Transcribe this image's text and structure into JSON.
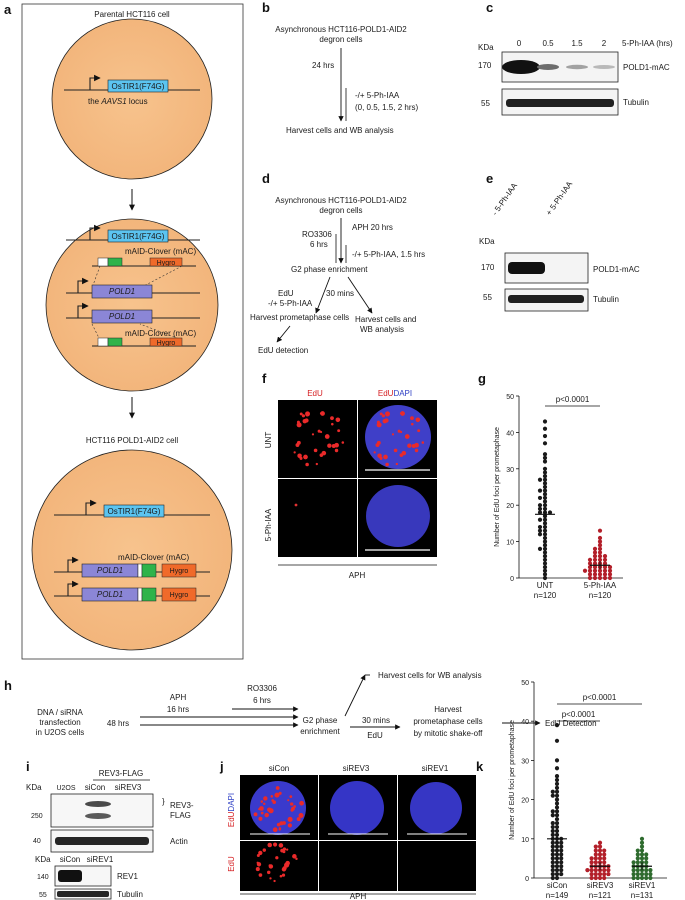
{
  "panels": {
    "a": {
      "label": "a",
      "top_title": "Parental HCT116 cell",
      "tir1": "OsTIR1(F74G)",
      "locus_prefix": "the ",
      "locus_gene": "AAVS1",
      "locus_suffix": " locus",
      "mac": "mAID-Clover (mAC)",
      "hygro": "Hygro",
      "pold1": "POLD1",
      "bottom_title": "HCT116 POLD1-AID2 cell"
    },
    "b": {
      "label": "b",
      "line1": "Asynchronous HCT116-POLD1-AID2",
      "line2": "degron cells",
      "time": "24 hrs",
      "treat1": "-/+ 5-Ph-IAA",
      "treat2": "(0, 0.5, 1.5, 2  hrs)",
      "harvest": "Harvest cells and WB analysis"
    },
    "c": {
      "label": "c",
      "kda": "KDa",
      "lanes": [
        "0",
        "0.5",
        "1.5",
        "2"
      ],
      "treatment": "5-Ph-IAA (hrs)",
      "mw1": "170",
      "mw2": "55",
      "band1": "POLD1-mAC",
      "band2": "Tubulin"
    },
    "d": {
      "label": "d",
      "line1": "Asynchronous HCT116-POLD1-AID2",
      "line2": "degron cells",
      "aph": "APH 20 hrs",
      "ro1": "RO3306",
      "ro2": "6 hrs",
      "treat": "-/+ 5-Ph-IAA, 1.5  hrs",
      "g2": "G2 phase enrichment",
      "edu": "EdU",
      "edu_treat": "-/+ 5-Ph-IAA",
      "mins": "30 mins",
      "harvest_pro": "Harvest prometaphase cells",
      "harvest_wb1": "Harvest cells and",
      "harvest_wb2": "WB analysis",
      "detect": "EdU detection"
    },
    "e": {
      "label": "e",
      "kda": "KDa",
      "lanes": [
        "- 5-Ph-IAA",
        "+ 5-Ph-IAA"
      ],
      "mw1": "170",
      "mw2": "55",
      "band1": "POLD1-mAC",
      "band2": "Tubulin"
    },
    "f": {
      "label": "f",
      "col1": "EdU",
      "col2a": "EdU",
      "col2b": "DAPI",
      "row1": "UNT",
      "row2": "5-Ph-IAA",
      "condition": "APH"
    },
    "g": {
      "label": "g",
      "pval": "p<0.0001",
      "n1": "n=120",
      "n2": "n=120"
    },
    "h": {
      "label": "h",
      "start1": "DNA / siRNA",
      "start2": "transfection",
      "start3": "in U2OS cells",
      "t48": "48 hrs",
      "aph1": "APH",
      "aph2": "16 hrs",
      "ro1": "RO3306",
      "ro2": "6 hrs",
      "g2a": "G2 phase",
      "g2b": "enrichment",
      "wb": "Harvest cells for WB analysis",
      "mins": "30 mins",
      "edu": "EdU",
      "hp1": "Harvest",
      "hp2": "prometaphase cells",
      "hp3": "by mitotic shake-off",
      "detect": "EdU Detection"
    },
    "i": {
      "label": "i",
      "kda": "KDa",
      "header": "REV3-FLAG",
      "lanes": [
        "U2OS",
        "siCon",
        "siREV3"
      ],
      "mw1": "250",
      "mw2": "40",
      "band1a": "REV3-",
      "band1b": "FLAG",
      "band2": "Actin",
      "kda2": "KDa",
      "lanes2": [
        "siCon",
        "siREV1"
      ],
      "mw3": "140",
      "mw4": "55",
      "band3": "REV1",
      "band4": "Tubulin"
    },
    "j": {
      "label": "j",
      "cols": [
        "siCon",
        "siREV3",
        "siREV1"
      ],
      "row1a": "EdU",
      "row1b": "DAPI",
      "row2": "EdU",
      "condition": "APH"
    },
    "k": {
      "label": "k",
      "pval1": "p<0.0001",
      "pval2": "p<0.0001",
      "n1": "n=149",
      "n2": "n=121",
      "n3": "n=131"
    }
  },
  "chart_data": [
    {
      "type": "scatter",
      "panel": "g",
      "ylabel": "Number of EdU foci per prometaphase",
      "ylim": [
        0,
        50
      ],
      "yticks": [
        0,
        10,
        20,
        30,
        40,
        50
      ],
      "categories": [
        "UNT",
        "5-Ph-IAA"
      ],
      "colors": [
        "#1a1a1a",
        "#b3202a"
      ],
      "series": [
        {
          "name": "UNT",
          "mean": 17.5,
          "values": [
            43,
            41,
            39,
            37,
            34,
            33,
            32,
            30,
            29,
            28,
            27,
            27,
            26,
            25,
            24,
            24,
            23,
            22,
            22,
            21,
            20,
            20,
            19,
            19,
            18,
            18,
            18,
            17,
            16,
            16,
            15,
            14,
            14,
            13,
            13,
            12,
            12,
            11,
            10,
            9,
            8,
            8,
            7,
            6,
            5,
            4,
            3,
            2,
            1,
            0
          ]
        },
        {
          "name": "5-Ph-IAA",
          "mean": 3.5,
          "values": [
            13,
            11,
            10,
            9,
            8,
            8,
            7,
            7,
            6,
            6,
            6,
            5,
            5,
            5,
            5,
            4,
            4,
            4,
            4,
            3,
            3,
            3,
            3,
            3,
            2,
            2,
            2,
            2,
            2,
            2,
            1,
            1,
            1,
            1,
            1,
            0,
            0,
            0,
            0,
            0
          ]
        }
      ]
    },
    {
      "type": "scatter",
      "panel": "k",
      "ylabel": "Number of EdU foci per prometaphase",
      "ylim": [
        0,
        50
      ],
      "yticks": [
        0,
        10,
        20,
        30,
        40,
        50
      ],
      "categories": [
        "siCon",
        "siREV3",
        "siREV1"
      ],
      "colors": [
        "#1a1a1a",
        "#b3202a",
        "#2e6b2e"
      ],
      "series": [
        {
          "name": "siCon",
          "mean": 10,
          "values": [
            39,
            35,
            30,
            28,
            26,
            25,
            24,
            23,
            22,
            22,
            21,
            21,
            20,
            19,
            18,
            17,
            17,
            16,
            16,
            15,
            14,
            14,
            13,
            13,
            12,
            12,
            11,
            11,
            10,
            10,
            10,
            9,
            9,
            9,
            8,
            8,
            8,
            7,
            7,
            7,
            6,
            6,
            6,
            5,
            5,
            5,
            4,
            4,
            4,
            3,
            3,
            3,
            2,
            2,
            2,
            1,
            1,
            1,
            0,
            0
          ]
        },
        {
          "name": "siREV3",
          "mean": 3,
          "values": [
            9,
            8,
            8,
            7,
            7,
            7,
            6,
            6,
            6,
            5,
            5,
            5,
            5,
            4,
            4,
            4,
            4,
            3,
            3,
            3,
            3,
            3,
            2,
            2,
            2,
            2,
            2,
            2,
            1,
            1,
            1,
            1,
            1,
            0,
            0,
            0,
            0
          ]
        },
        {
          "name": "siREV1",
          "mean": 3,
          "values": [
            10,
            9,
            8,
            7,
            7,
            6,
            6,
            6,
            5,
            5,
            5,
            4,
            4,
            4,
            4,
            3,
            3,
            3,
            3,
            2,
            2,
            2,
            2,
            2,
            1,
            1,
            1,
            1,
            1,
            0,
            0,
            0,
            0,
            0
          ]
        }
      ]
    }
  ]
}
